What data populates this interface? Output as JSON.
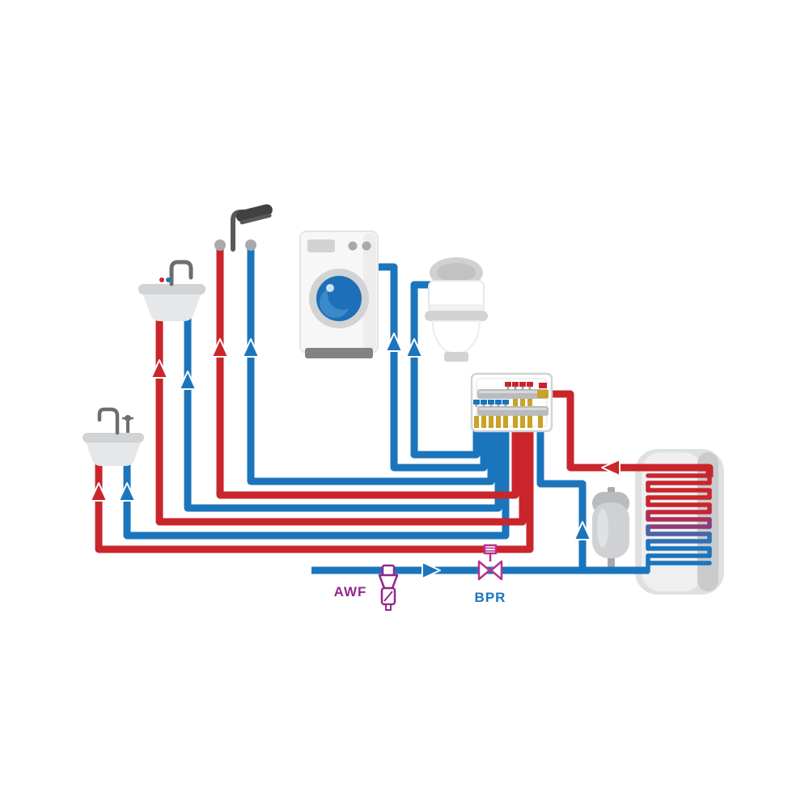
{
  "diagram": {
    "type": "plumbing-water-supply-schematic",
    "background": "#ffffff",
    "labels": {
      "awf": "AWF",
      "bpr": "BPR"
    },
    "colors": {
      "cold_water_pipe": "#1b75bc",
      "hot_water_pipe": "#c9252b",
      "awf_label": "#92278f",
      "bpr_icon": "#b4348f",
      "bpr_label": "#1b75bc",
      "fixture_light_gray": "#e6e7e8",
      "fixture_mid_gray": "#d1d3d4",
      "dark_gray": "#58595b",
      "brass_fitting": "#c9a227"
    },
    "components": [
      "washbasin-with-faucet",
      "small-sink-with-faucet",
      "shower-head",
      "washing-machine",
      "toilet",
      "distribution-manifold",
      "expansion-vessel",
      "water-heater-with-coil",
      "water-filter-awf",
      "pressure-reducing-valve-bpr",
      "cold-water-main-line"
    ]
  }
}
